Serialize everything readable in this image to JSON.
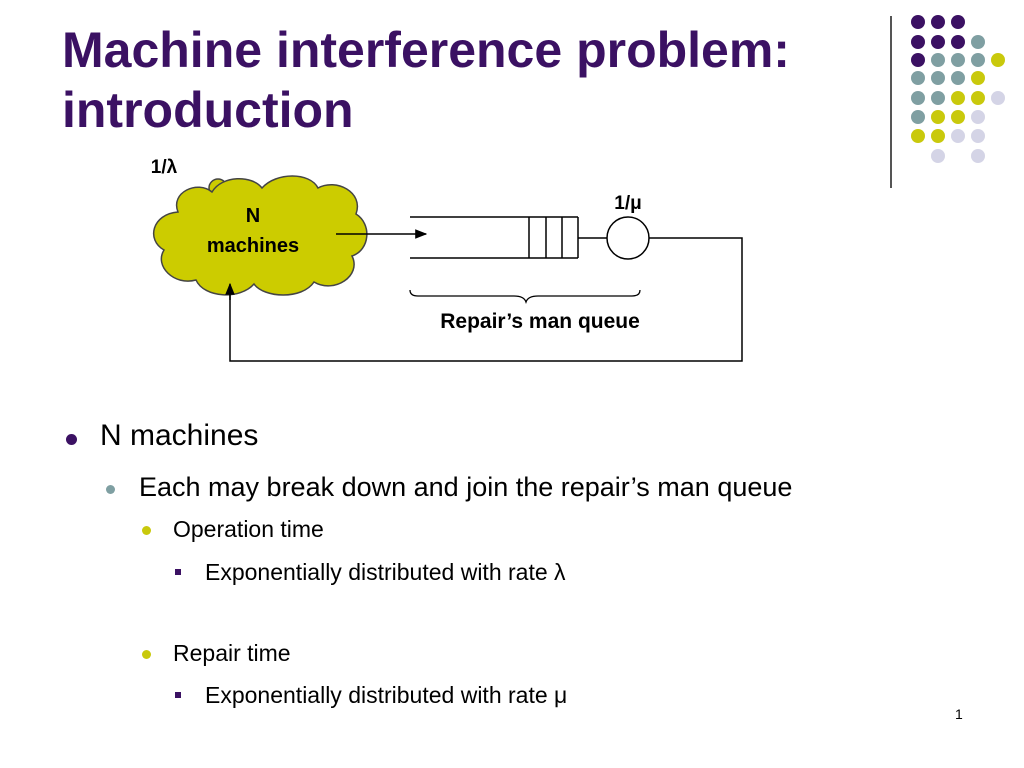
{
  "slide": {
    "title_line1": "Machine interference problem:",
    "title_line2": "introduction",
    "page_number": "1"
  },
  "diagram": {
    "arrival_rate_label": "1/λ",
    "service_rate_label": "1/μ",
    "cloud_label_line1": "N",
    "cloud_label_line2": "machines",
    "queue_label": "Repair’s man queue",
    "cloud_color": "#cccc00"
  },
  "bullets": {
    "b1": "N machines",
    "b2": "Each may break down and join the repair’s man queue",
    "b3": "Operation time",
    "b4": "Exponentially distributed with rate λ",
    "b5": "Repair time",
    "b6": "Exponentially distributed with rate μ"
  },
  "theme_colors": {
    "purple": "#3b1163",
    "teal": "#7f9fa2",
    "olive": "#c9c90c",
    "lavender": "#d4d4e6"
  }
}
